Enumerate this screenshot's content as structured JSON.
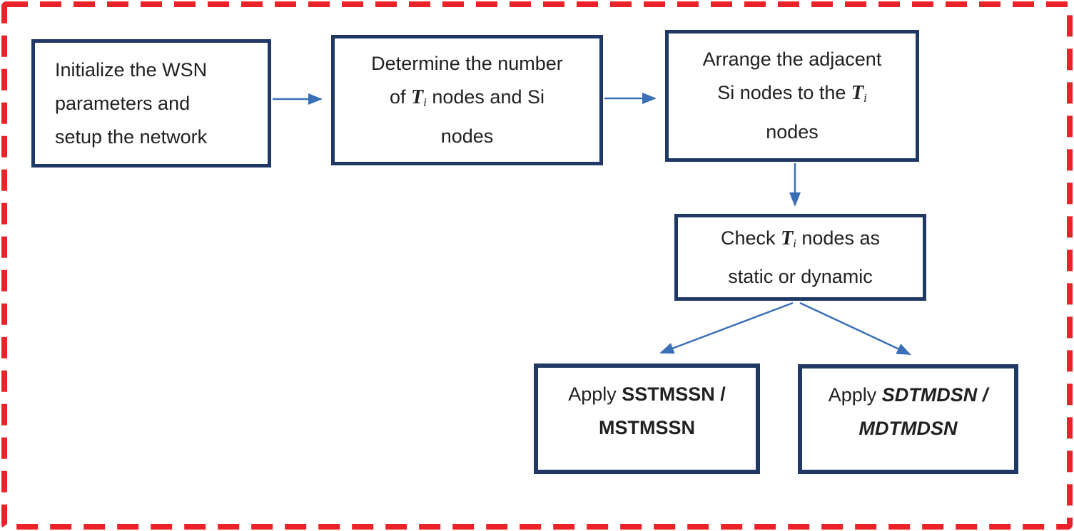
{
  "figure": {
    "type": "flowchart",
    "background": "#ffffff",
    "outer_border_color": "#EB2328",
    "box_border_color": "#1F3864",
    "arrow_color": "#3A6FB8",
    "text_color": "#212121"
  },
  "boxes": {
    "init": {
      "lines": [
        "Initialize the WSN",
        "parameters and",
        "setup the network"
      ]
    },
    "determine": {
      "line1": "Determine the number",
      "line2_pre": "of ",
      "math_t": "T",
      "math_sub": "i",
      "line2_post": " nodes and Si",
      "line3": "nodes"
    },
    "arrange": {
      "line1": "Arrange the adjacent",
      "line2_pre": "Si nodes to the ",
      "math_t": "T",
      "math_sub": "i",
      "line3": "nodes"
    },
    "check": {
      "line1_pre": "Check ",
      "math_t": "T",
      "math_sub": "i",
      "line1_post": " nodes as",
      "line2": "static or dynamic"
    },
    "apply_static": {
      "pre": "Apply ",
      "bold1": "SSTMSSN /",
      "bold2": "MSTMSSN"
    },
    "apply_dynamic": {
      "pre": "Apply ",
      "bolditalic1": "SDTMDSN /",
      "bolditalic2": "MDTMDSN"
    }
  }
}
